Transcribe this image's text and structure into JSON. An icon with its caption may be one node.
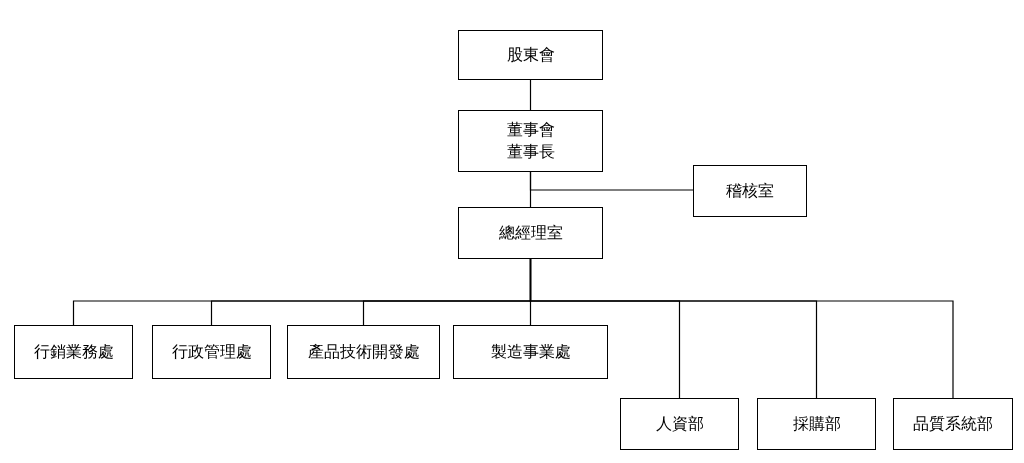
{
  "diagram": {
    "nodes": [
      {
        "text": [
          "股東會"
        ]
      },
      {
        "text": [
          "董事會",
          "董事長"
        ]
      },
      {
        "text": [
          "稽核室"
        ]
      },
      {
        "text": [
          "總經理室"
        ]
      },
      {
        "text": [
          "行銷業務處"
        ]
      },
      {
        "text": [
          "行政管理處"
        ]
      },
      {
        "text": [
          "產品技術開發處"
        ]
      },
      {
        "text": [
          "製造事業處"
        ]
      },
      {
        "text": [
          "人資部"
        ]
      },
      {
        "text": [
          "採購部"
        ]
      },
      {
        "text": [
          "品質系統部"
        ]
      }
    ],
    "edges": [
      {
        "from": 0,
        "to": 1,
        "arrow": "none"
      },
      {
        "from": 1,
        "to": 3,
        "arrow": "none"
      },
      {
        "from": 1,
        "to": 2,
        "arrow": "none"
      },
      {
        "from": 3,
        "to": 4,
        "arrow": "none"
      },
      {
        "from": 3,
        "to": 5,
        "arrow": "none"
      },
      {
        "from": 3,
        "to": 6,
        "arrow": "none"
      },
      {
        "from": 3,
        "to": 7,
        "arrow": "none"
      },
      {
        "from": 3,
        "to": 8,
        "arrow": "none"
      },
      {
        "from": 3,
        "to": 9,
        "arrow": "none"
      },
      {
        "from": 3,
        "to": 10,
        "arrow": "none"
      }
    ]
  }
}
